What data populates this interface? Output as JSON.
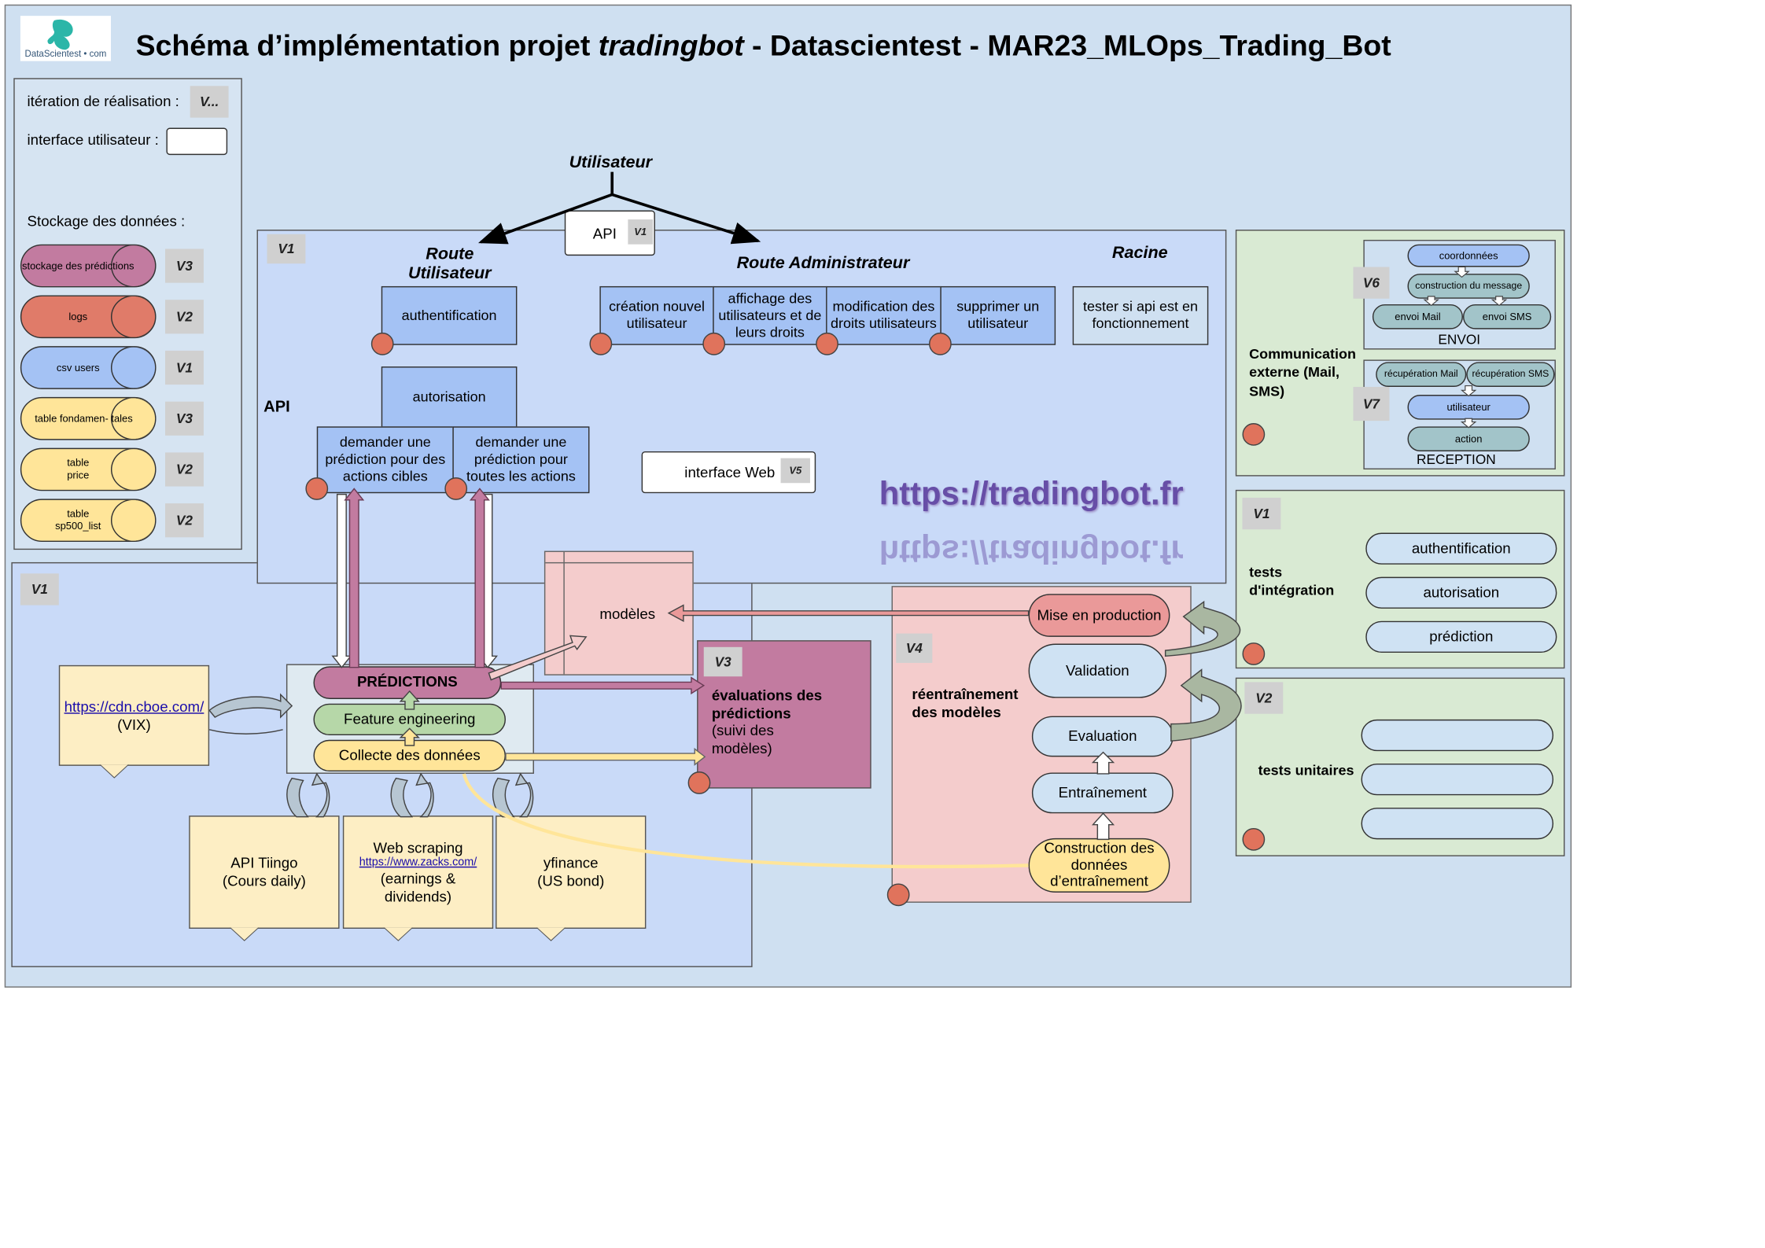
{
  "logo": {
    "text": "DataScientest • com"
  },
  "title": {
    "part1": "Schéma d’implémentation projet ",
    "italic": "tradingbot",
    "part2": " - Datascientest - MAR23_MLOps_Trading_Bot"
  },
  "legend": {
    "iteration_label": "itération de réalisation :",
    "iteration_tag": "V...",
    "interface_label": "interface utilisateur :",
    "storage_title": "Stockage des données :",
    "storage": [
      {
        "label": "stockage des prédictions",
        "version": "V3",
        "color": "#c27ba0"
      },
      {
        "label": "logs",
        "version": "V2",
        "color": "#e07b69"
      },
      {
        "label": "csv users",
        "version": "V1",
        "color": "#a4c2f4"
      },
      {
        "label": "table fondamen- tales",
        "version": "V3",
        "color": "#ffe599"
      },
      {
        "label": "table price",
        "version": "V2",
        "color": "#ffe599"
      },
      {
        "label": "table sp500_list",
        "version": "V2",
        "color": "#ffe599"
      }
    ]
  },
  "top": {
    "user_label": "Utilisateur",
    "api_scroll": "API",
    "api_scroll_tag": "V1"
  },
  "api_section": {
    "tag": "V1",
    "label": "API",
    "route_user": "Route Utilisateur",
    "route_admin": "Route Administrateur",
    "racine": "Racine",
    "authentification": "authentification",
    "admin_boxes": [
      "création nouvel utilisateur",
      "affichage des utilisateurs et de leurs droits",
      "modification des droits utilisateurs",
      "supprimer un utilisateur"
    ],
    "racine_box": "tester si api est en fonctionnement",
    "autorisation": "autorisation",
    "predict_targets": "demander une prédiction pour des actions cibles",
    "predict_all": "demander une prédiction pour toutes les actions",
    "web_interface": "interface Web",
    "web_tag": "V5",
    "url": "https://tradingbot.fr"
  },
  "bottom_section": {
    "tag": "V1",
    "modeles": "modèles",
    "predictions": "PRÉDICTIONS",
    "feature_engineering": "Feature engineering",
    "collecte": "Collecte des données",
    "cboe_link": "https://cdn.cboe.com/",
    "cboe_text": "(VIX)",
    "tiingo_line1": "API Tiingo",
    "tiingo_line2": "(Cours daily)",
    "scraping_line1": "Web scraping",
    "scraping_link": "https://www.zacks.com/",
    "scraping_line2": "(earnings & dividends)",
    "yfinance_line1": "yfinance",
    "yfinance_line2": "(US bond)"
  },
  "evaluations": {
    "tag": "V3",
    "bold": "évaluations des prédictions",
    "normal": "(suivi des modèles)"
  },
  "retrain": {
    "tag": "V4",
    "title": "réentraînement des modèles",
    "mise_en_production": "Mise en production",
    "validation": "Validation",
    "evaluation": "Evaluation",
    "entrainement": "Entraînement",
    "construction": "Construction des données d’entraînement"
  },
  "communication": {
    "label": "Communication externe (Mail, SMS)",
    "envoi": {
      "tag": "V6",
      "coordonnees": "coordonnées",
      "construction": "construction du message",
      "mail": "envoi Mail",
      "sms": "envoi SMS",
      "title": "ENVOI"
    },
    "reception": {
      "tag": "V7",
      "mail": "récupération Mail",
      "sms": "récupération SMS",
      "utilisateur": "utilisateur",
      "action": "action",
      "title": "RECEPTION"
    }
  },
  "tests_integration": {
    "tag": "V1",
    "label": "tests d'intégration",
    "items": [
      "authentification",
      "autorisation",
      "prédiction"
    ]
  },
  "tests_unitaires": {
    "tag": "V2",
    "label": "tests unitaires"
  }
}
